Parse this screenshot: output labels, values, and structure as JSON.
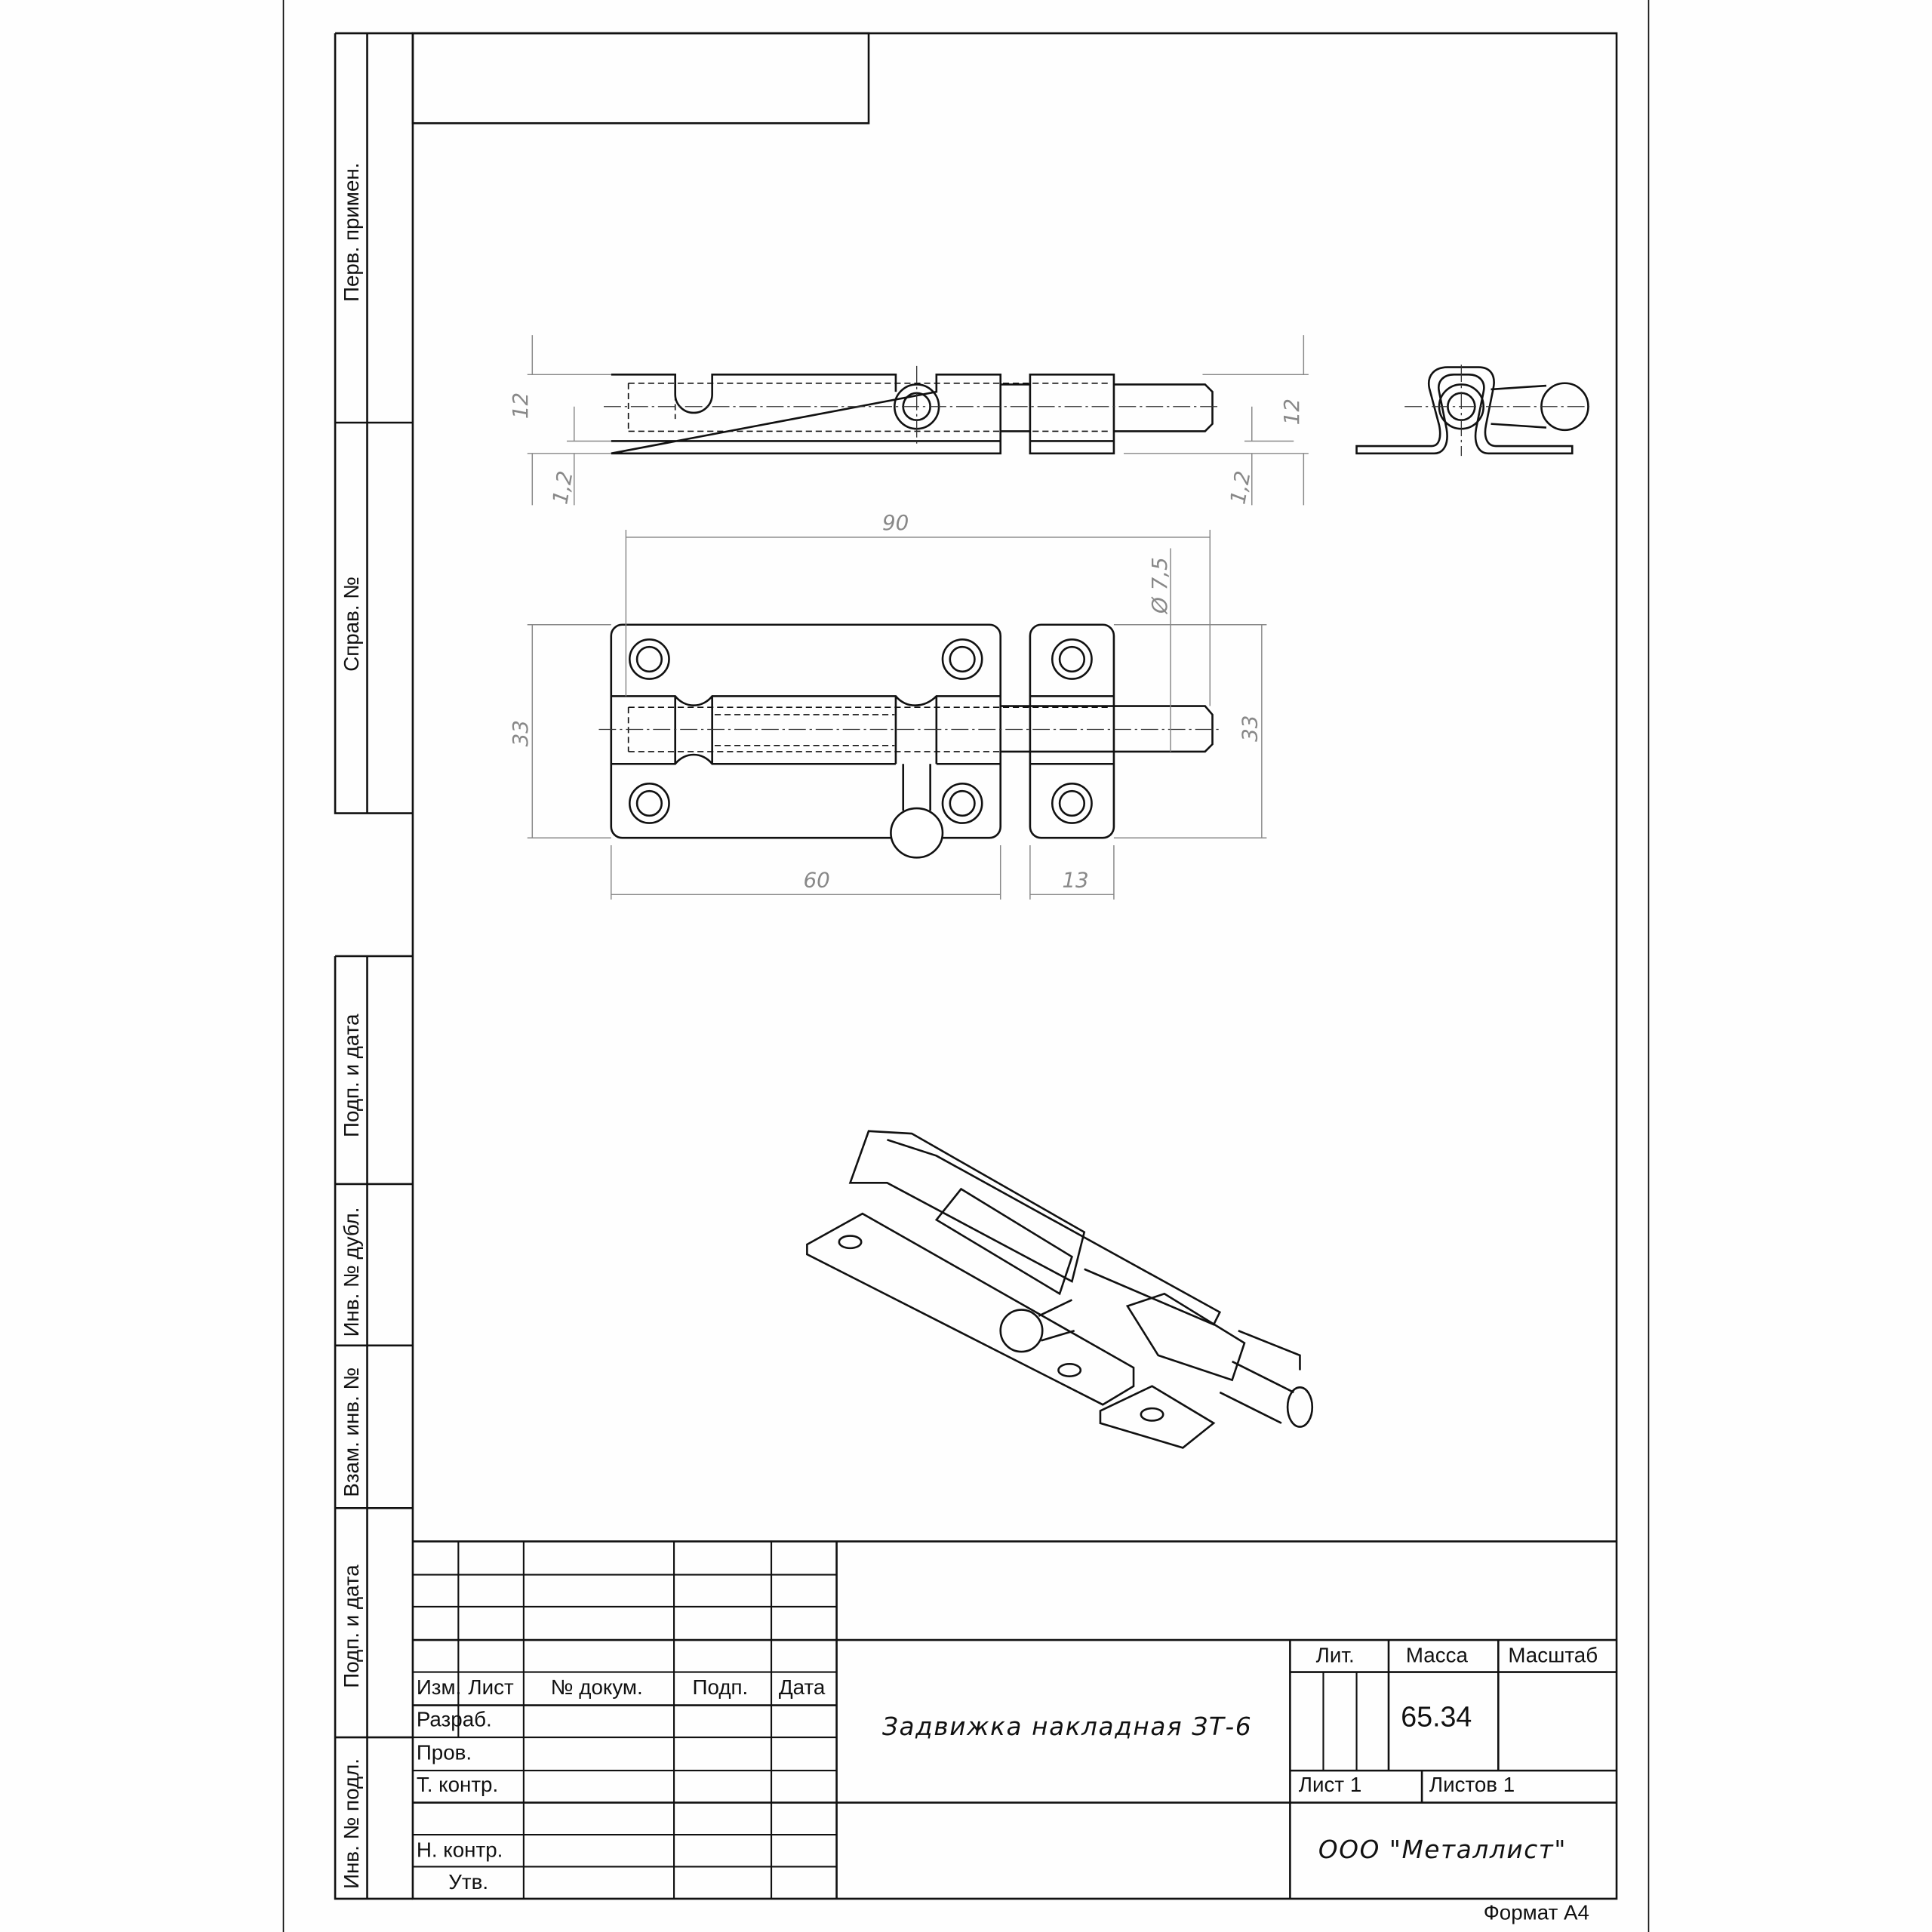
{
  "side_strip": {
    "perv_primen": "Перв. примен.",
    "sprav_no": "Справ. №",
    "podp_data_1": "Подп. и дата",
    "inv_no_dubl": "Инв. № дубл.",
    "vzam_inv_no": "Взам. инв. №",
    "podp_data_2": "Подп. и дата",
    "inv_no_podl": "Инв. № подл."
  },
  "dimensions": {
    "height_12_left": "12",
    "height_12_right": "12",
    "thickness_left": "1,2",
    "thickness_right": "1,2",
    "length_total": "90",
    "bolt_diameter": "Ø 7,5",
    "width_33_left": "33",
    "width_33_right": "33",
    "base_length": "60",
    "keeper_length": "13"
  },
  "title_block": {
    "headers": {
      "izm": "Изм.",
      "list": "Лист",
      "doc_no": "№ докум.",
      "podp": "Подп.",
      "data": "Дата"
    },
    "roles": {
      "razrab": "Разраб.",
      "prov": "Пров.",
      "t_kontr": "Т. контр.",
      "n_kontr": "Н. контр.",
      "utv": "Утв."
    },
    "title": "Задвижка накладная ЗТ-6",
    "lit_label": "Лит.",
    "mass_label": "Масса",
    "scale_label": "Масштаб",
    "mass_value": "65.34",
    "sheet": "Лист 1",
    "sheets": "Листов 1",
    "organization": "ООО \"Металлист\""
  },
  "format": "Формат А4"
}
